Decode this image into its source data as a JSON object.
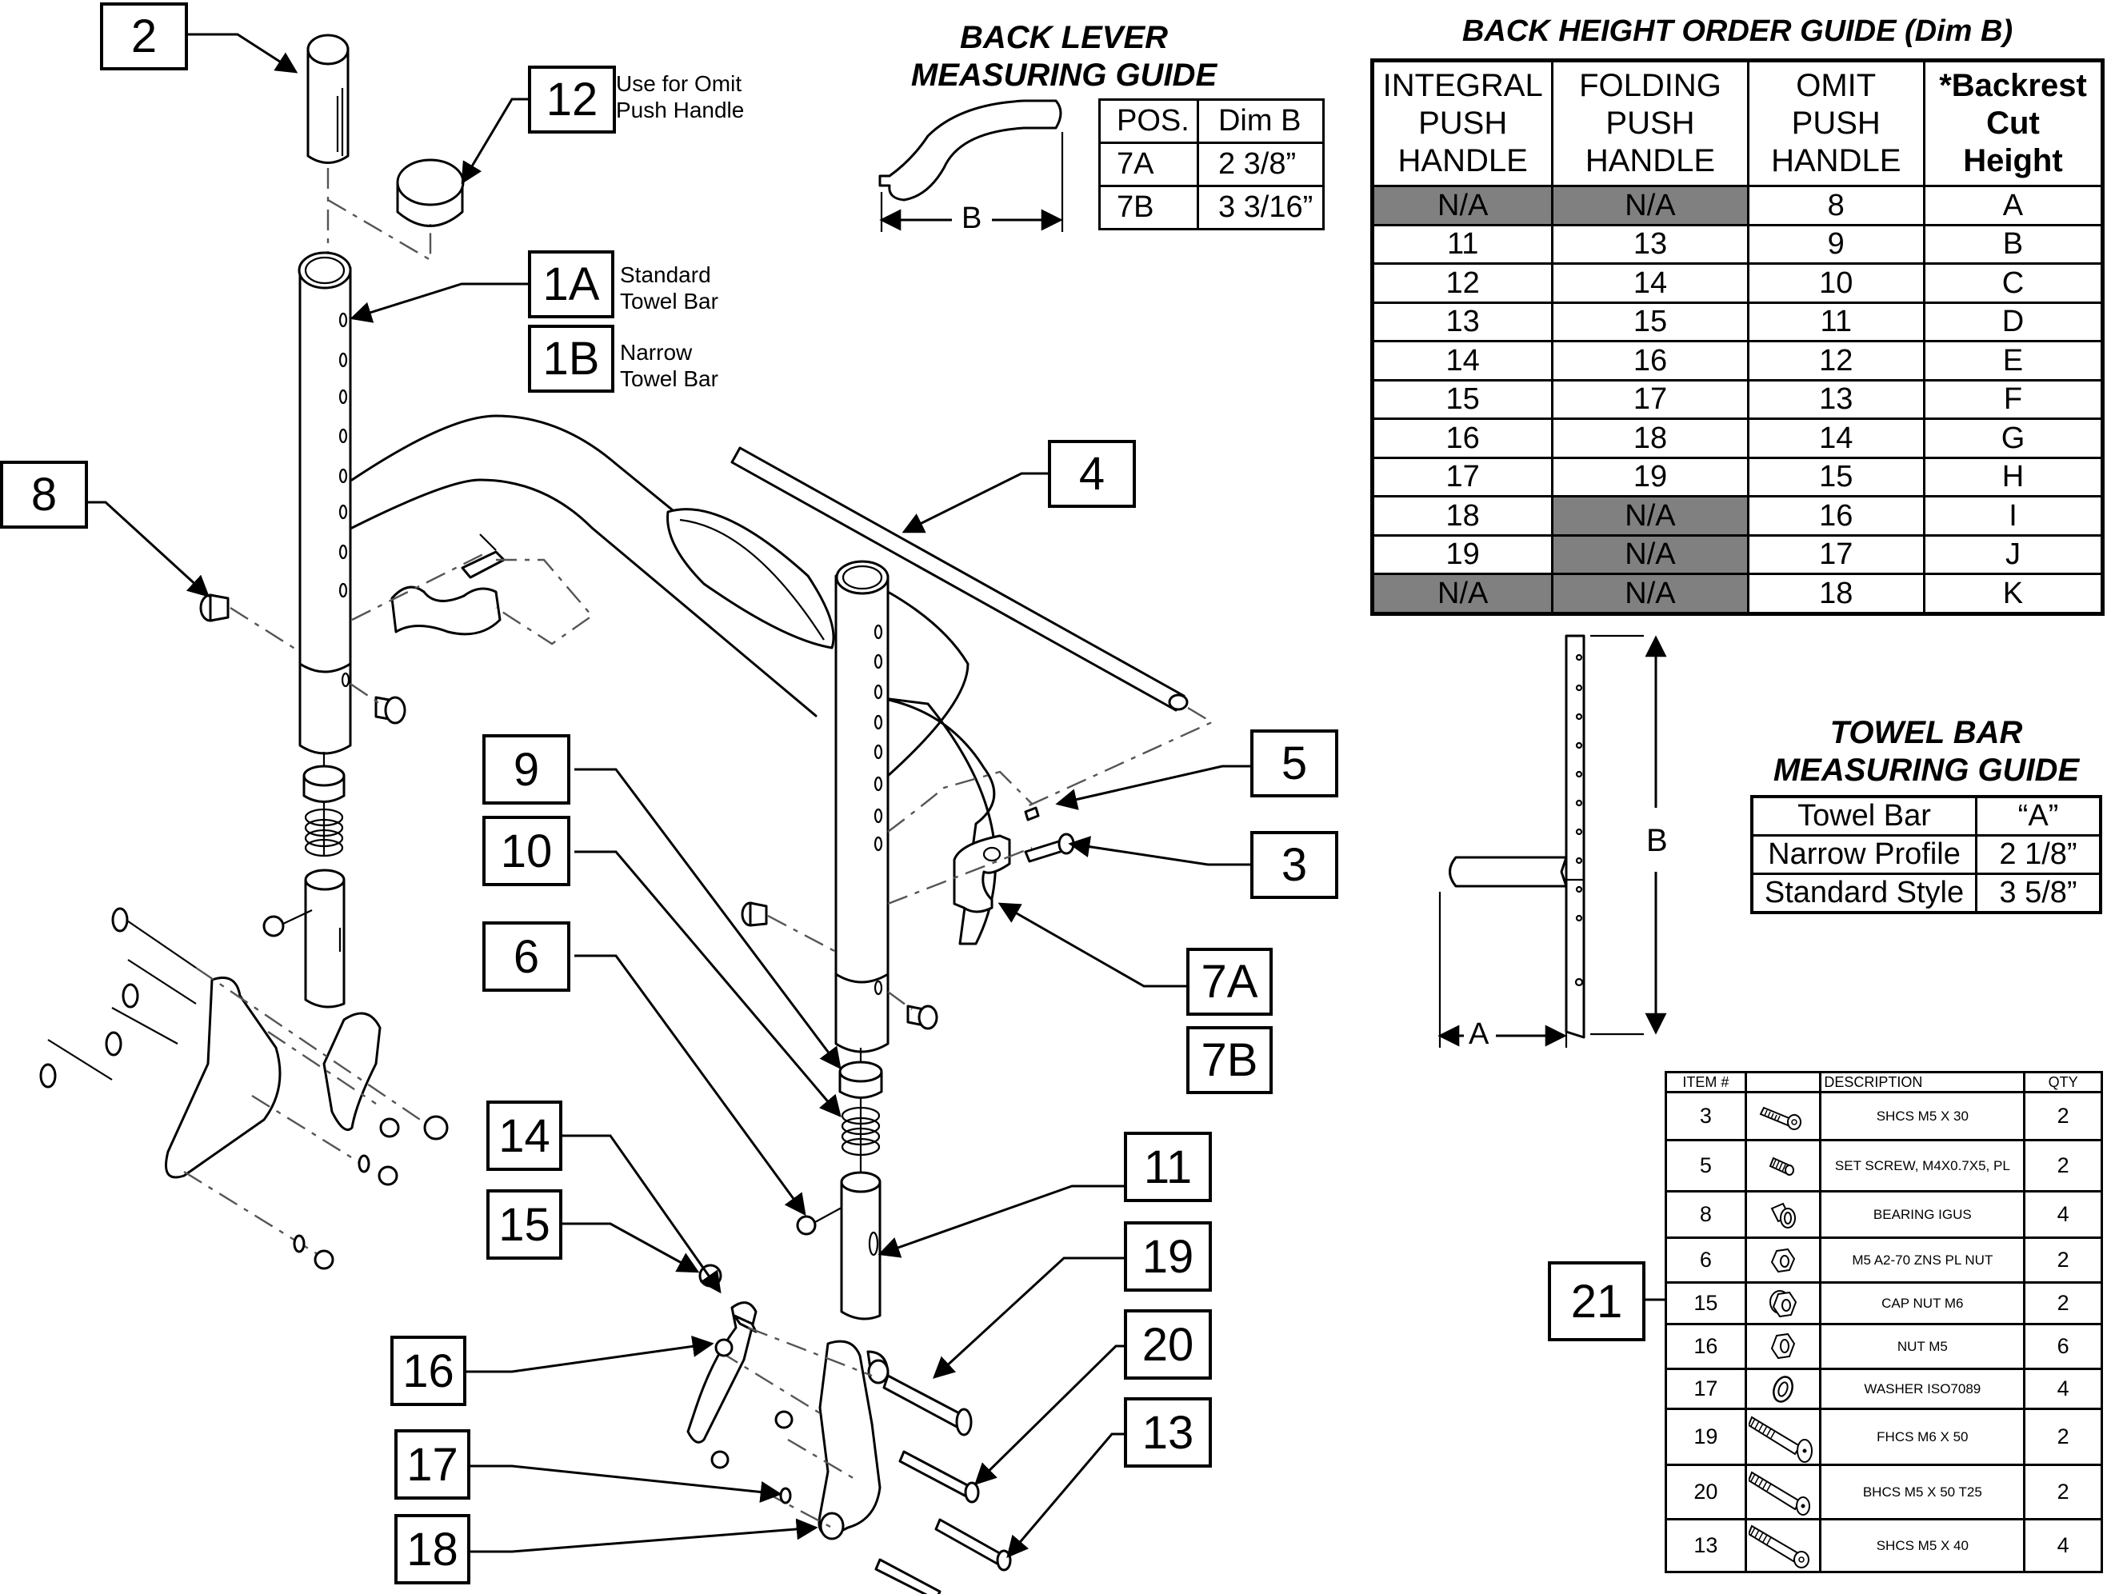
{
  "callouts": [
    {
      "id": "2",
      "label": "2"
    },
    {
      "id": "12",
      "label": "12",
      "note": "Use for Omit\nPush Handle"
    },
    {
      "id": "1A",
      "label": "1A",
      "note": "Standard\nTowel Bar"
    },
    {
      "id": "1B",
      "label": "1B",
      "note": "Narrow\nTowel Bar"
    },
    {
      "id": "8",
      "label": "8"
    },
    {
      "id": "4",
      "label": "4"
    },
    {
      "id": "5",
      "label": "5"
    },
    {
      "id": "3",
      "label": "3"
    },
    {
      "id": "7A",
      "label": "7A"
    },
    {
      "id": "7B",
      "label": "7B"
    },
    {
      "id": "9",
      "label": "9"
    },
    {
      "id": "10",
      "label": "10"
    },
    {
      "id": "6",
      "label": "6"
    },
    {
      "id": "14",
      "label": "14"
    },
    {
      "id": "15",
      "label": "15"
    },
    {
      "id": "11",
      "label": "11"
    },
    {
      "id": "19",
      "label": "19"
    },
    {
      "id": "16",
      "label": "16"
    },
    {
      "id": "20",
      "label": "20"
    },
    {
      "id": "17",
      "label": "17"
    },
    {
      "id": "13",
      "label": "13"
    },
    {
      "id": "18",
      "label": "18"
    },
    {
      "id": "21",
      "label": "21"
    }
  ],
  "back_lever_guide": {
    "title_line1": "BACK LEVER",
    "title_line2": "MEASURING GUIDE",
    "dimension_label": "B",
    "headers": [
      "POS.",
      "Dim B"
    ],
    "rows": [
      {
        "pos": "7A",
        "dim": "2 3/8”"
      },
      {
        "pos": "7B",
        "dim": "3 3/16”"
      }
    ]
  },
  "back_height_guide": {
    "title": "BACK HEIGHT ORDER GUIDE (Dim B)",
    "headers": [
      [
        "INTEGRAL",
        "PUSH",
        "HANDLE"
      ],
      [
        "FOLDING",
        "PUSH",
        "HANDLE"
      ],
      [
        "OMIT",
        "PUSH",
        "HANDLE"
      ],
      [
        "*Backrest",
        "Cut",
        "Height"
      ]
    ],
    "na_color": "#808080",
    "rows": [
      [
        "N/A",
        "N/A",
        "8",
        "A"
      ],
      [
        "11",
        "13",
        "9",
        "B"
      ],
      [
        "12",
        "14",
        "10",
        "C"
      ],
      [
        "13",
        "15",
        "11",
        "D"
      ],
      [
        "14",
        "16",
        "12",
        "E"
      ],
      [
        "15",
        "17",
        "13",
        "F"
      ],
      [
        "16",
        "18",
        "14",
        "G"
      ],
      [
        "17",
        "19",
        "15",
        "H"
      ],
      [
        "18",
        "N/A",
        "16",
        "I"
      ],
      [
        "19",
        "N/A",
        "17",
        "J"
      ],
      [
        "N/A",
        "N/A",
        "18",
        "K"
      ]
    ]
  },
  "towel_bar_guide": {
    "title_line1": "TOWEL BAR",
    "title_line2": "MEASURING GUIDE",
    "dimension_a": "A",
    "dimension_b": "B",
    "headers": [
      "Towel Bar",
      "“A”"
    ],
    "rows": [
      {
        "type": "Narrow Profile",
        "a": "2 1/8”"
      },
      {
        "type": "Standard Style",
        "a": "3 5/8”"
      }
    ]
  },
  "parts_list": {
    "headers": [
      "ITEM #",
      "",
      "DESCRIPTION",
      "QTY"
    ],
    "rows": [
      {
        "item": "3",
        "icon": "socket-head-screw-icon",
        "description": "SHCS M5 X 30",
        "qty": "2"
      },
      {
        "item": "5",
        "icon": "set-screw-icon",
        "description": "SET SCREW, M4X0.7X5, PL",
        "qty": "2"
      },
      {
        "item": "8",
        "icon": "bearing-icon",
        "description": "BEARING IGUS",
        "qty": "4"
      },
      {
        "item": "6",
        "icon": "lock-nut-icon",
        "description": "M5 A2-70 ZNS PL NUT",
        "qty": "2"
      },
      {
        "item": "15",
        "icon": "cap-nut-icon",
        "description": "CAP NUT M6",
        "qty": "2"
      },
      {
        "item": "16",
        "icon": "hex-nut-icon",
        "description": "NUT M5",
        "qty": "6"
      },
      {
        "item": "17",
        "icon": "washer-icon",
        "description": "WASHER ISO7089",
        "qty": "4"
      },
      {
        "item": "19",
        "icon": "flat-head-screw-icon",
        "description": "FHCS M6 X 50",
        "qty": "2"
      },
      {
        "item": "20",
        "icon": "button-head-screw-icon",
        "description": "BHCS M5 X 50 T25",
        "qty": "2"
      },
      {
        "item": "13",
        "icon": "long-socket-head-screw-icon",
        "description": "SHCS M5 X 40",
        "qty": "4"
      }
    ]
  }
}
